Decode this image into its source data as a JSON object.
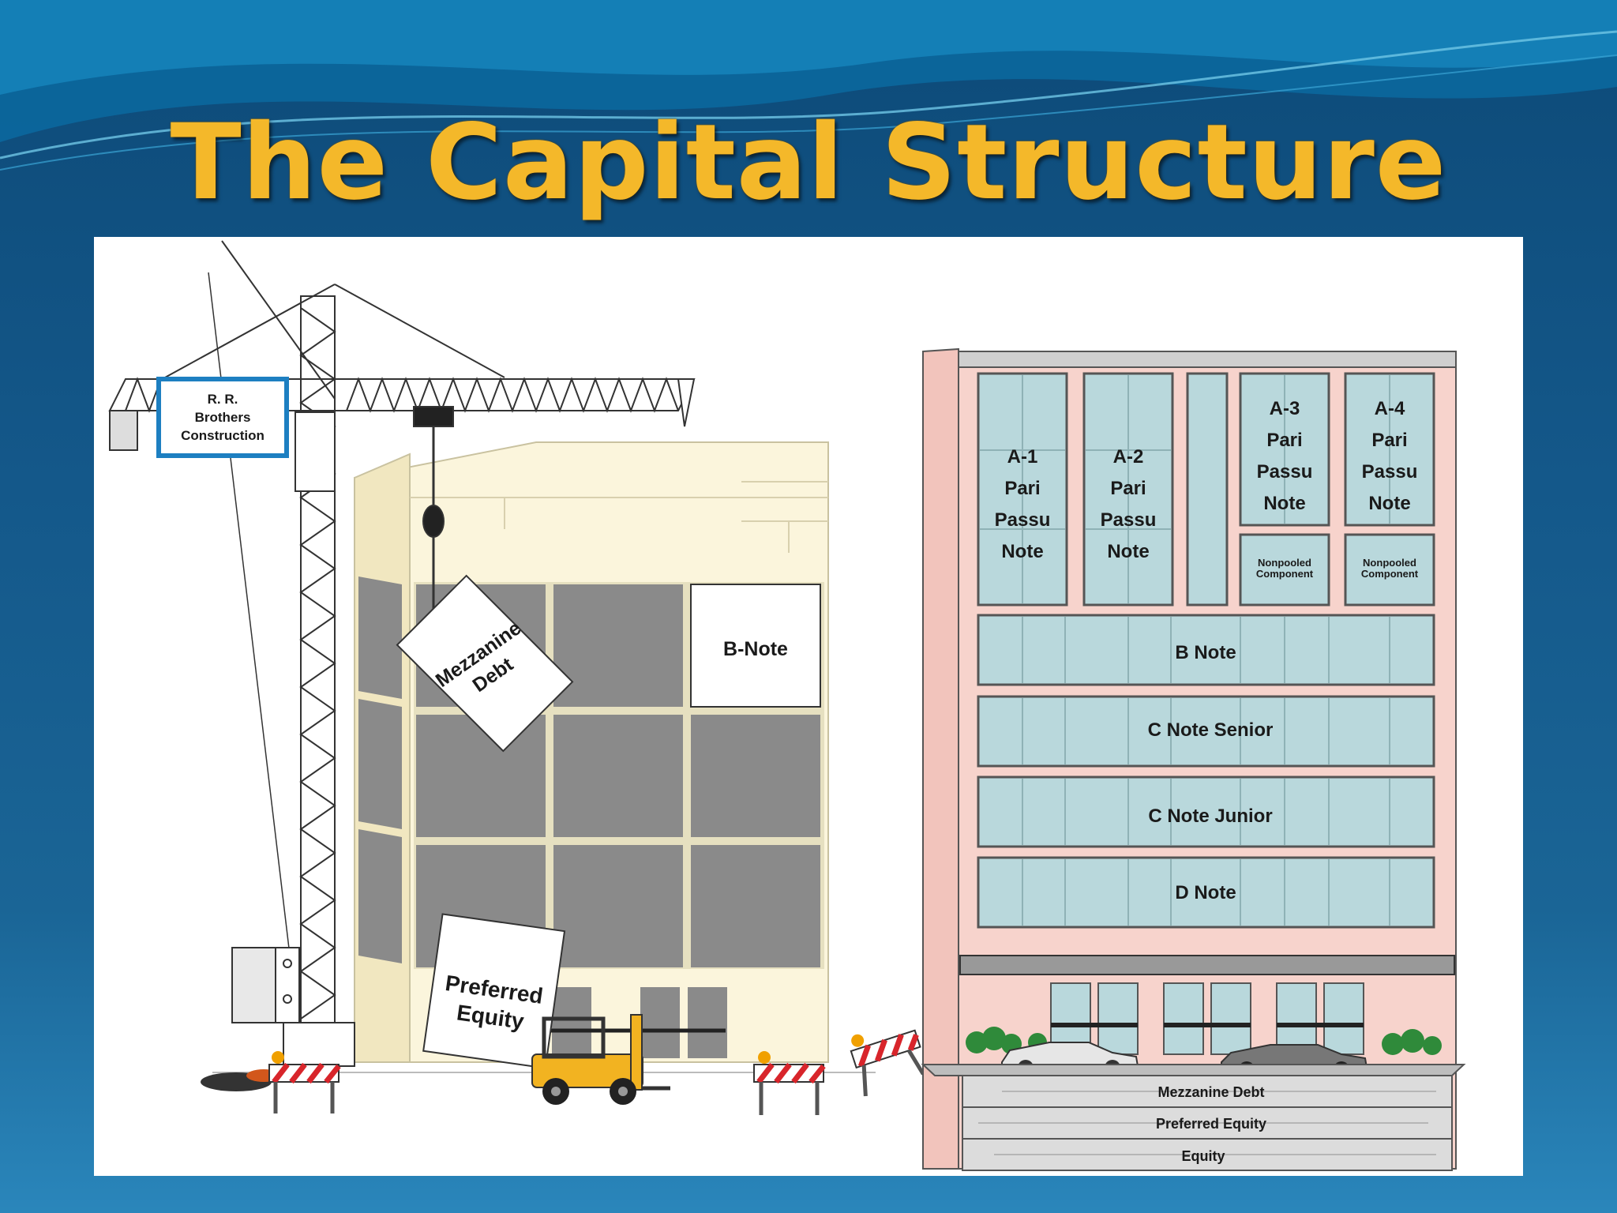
{
  "slide": {
    "title": "The Capital Structure"
  },
  "diagram": {
    "crane_sign": [
      "R. R.",
      "Brothers",
      "Construction"
    ],
    "mezzanine_sign": [
      "Mezzanine",
      "Debt"
    ],
    "preferred_sign": [
      "Preferred",
      "Equity"
    ],
    "b_note_sign": "B-Note",
    "tower_notes": [
      {
        "id": "a1",
        "lines": [
          "A-1",
          "Pari",
          "Passu",
          "Note"
        ]
      },
      {
        "id": "a2",
        "lines": [
          "A-2",
          "Pari",
          "Passu",
          "Note"
        ]
      },
      {
        "id": "a3",
        "lines": [
          "A-3",
          "Pari",
          "Passu",
          "Note"
        ]
      },
      {
        "id": "a4",
        "lines": [
          "A-4",
          "Pari",
          "Passu",
          "Note"
        ]
      }
    ],
    "nonpooled": [
      [
        "Nonpooled",
        "Component"
      ],
      [
        "Nonpooled",
        "Component"
      ]
    ],
    "floors": [
      "B Note",
      "C Note Senior",
      "C Note Junior",
      "D Note"
    ],
    "foundation": [
      "Mezzanine Debt",
      "Preferred Equity",
      "Equity"
    ]
  },
  "colors": {
    "title": "#f4b82a",
    "background": "#14588a",
    "tower_wall": "#f7d3cc",
    "window": "#b9d8dc",
    "old_building": "#fbf5dc",
    "dark_window": "#8a8a8a"
  }
}
